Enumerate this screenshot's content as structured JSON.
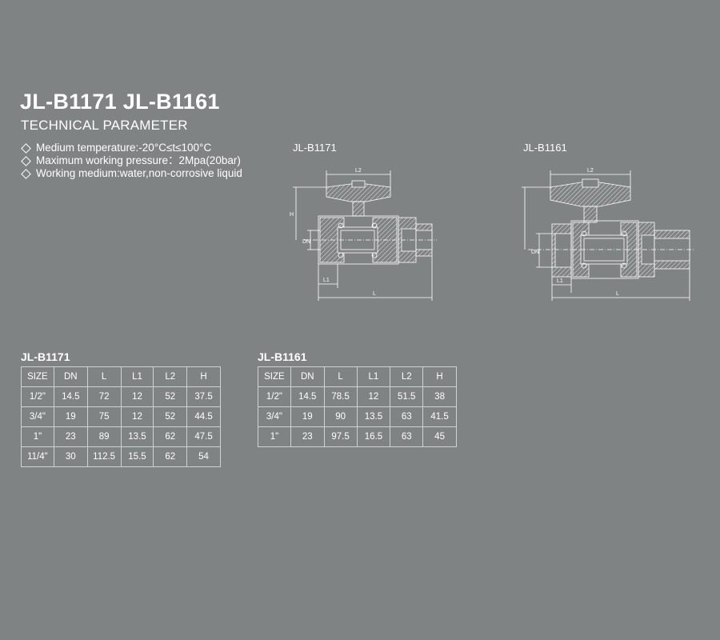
{
  "header": {
    "title": "JL-B1171 JL-B1161",
    "subtitle": "TECHNICAL PARAMETER"
  },
  "specs": [
    "Medium temperature:-20°C≤t≤100°C",
    "Maximum working pressure：2Mpa(20bar)",
    "Working medium:water,non-corrosive liquid"
  ],
  "figures": {
    "left": {
      "label": "JL-B1171",
      "dims": {
        "l2": "L2",
        "h": "H",
        "dn": "DN",
        "l1": "L1",
        "l": "L"
      }
    },
    "right": {
      "label": "JL-B1161",
      "dims": {
        "l2": "L2",
        "dn": "DN",
        "l1": "L1",
        "l": "L"
      }
    }
  },
  "tables": {
    "b1171": {
      "title": "JL-B1171",
      "columns": [
        "SIZE",
        "DN",
        "L",
        "L1",
        "L2",
        "H"
      ],
      "rows": [
        [
          "1/2\"",
          "14.5",
          "72",
          "12",
          "52",
          "37.5"
        ],
        [
          "3/4\"",
          "19",
          "75",
          "12",
          "52",
          "44.5"
        ],
        [
          "1\"",
          "23",
          "89",
          "13.5",
          "62",
          "47.5"
        ],
        [
          "11/4\"",
          "30",
          "112.5",
          "15.5",
          "62",
          "54"
        ]
      ]
    },
    "b1161": {
      "title": "JL-B1161",
      "columns": [
        "SIZE",
        "DN",
        "L",
        "L1",
        "L2",
        "H"
      ],
      "rows": [
        [
          "1/2\"",
          "14.5",
          "78.5",
          "12",
          "51.5",
          "38"
        ],
        [
          "3/4\"",
          "19",
          "90",
          "13.5",
          "63",
          "41.5"
        ],
        [
          "1\"",
          "23",
          "97.5",
          "16.5",
          "63",
          "45"
        ]
      ]
    }
  },
  "colors": {
    "background": "#808384",
    "text": "#ffffff"
  }
}
